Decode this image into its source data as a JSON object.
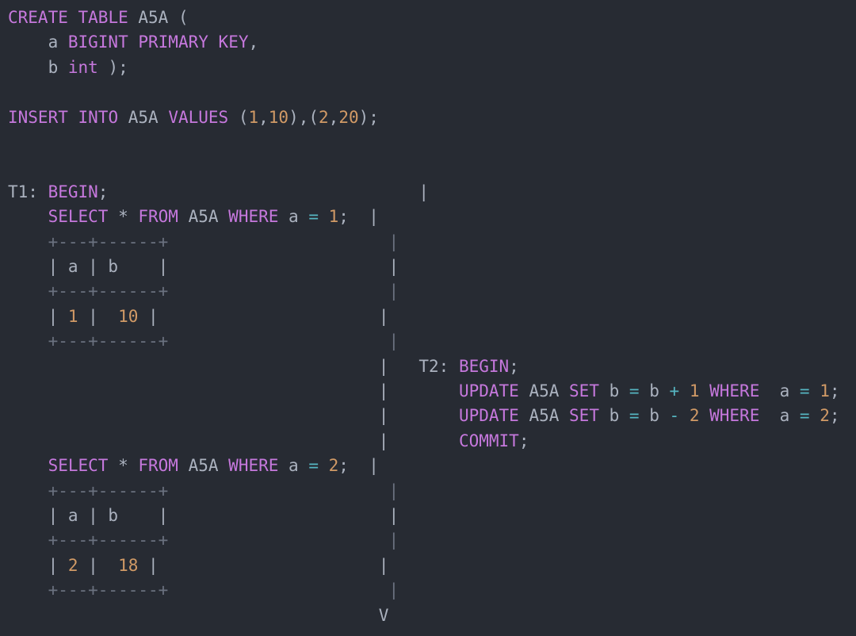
{
  "editor": {
    "colors": {
      "background": "#272b33",
      "keyword": "#c678dd",
      "number": "#d19a66",
      "operator": "#56b6c2",
      "text": "#abb2bf"
    },
    "lines": [
      [
        {
          "t": "CREATE",
          "c": "k"
        },
        {
          "t": " ",
          "c": "p"
        },
        {
          "t": "TABLE",
          "c": "k"
        },
        {
          "t": " A5A (",
          "c": "p"
        }
      ],
      [
        {
          "t": "    a ",
          "c": "p"
        },
        {
          "t": "BIGINT",
          "c": "k"
        },
        {
          "t": " ",
          "c": "p"
        },
        {
          "t": "PRIMARY",
          "c": "k"
        },
        {
          "t": " ",
          "c": "p"
        },
        {
          "t": "KEY",
          "c": "k"
        },
        {
          "t": ",",
          "c": "p"
        }
      ],
      [
        {
          "t": "    b ",
          "c": "p"
        },
        {
          "t": "int",
          "c": "k"
        },
        {
          "t": " );",
          "c": "p"
        }
      ],
      [],
      [
        {
          "t": "INSERT",
          "c": "k"
        },
        {
          "t": " ",
          "c": "p"
        },
        {
          "t": "INTO",
          "c": "k"
        },
        {
          "t": " A5A ",
          "c": "p"
        },
        {
          "t": "VALUES",
          "c": "k"
        },
        {
          "t": " (",
          "c": "p"
        },
        {
          "t": "1",
          "c": "n"
        },
        {
          "t": ",",
          "c": "p"
        },
        {
          "t": "10",
          "c": "n"
        },
        {
          "t": "),(",
          "c": "p"
        },
        {
          "t": "2",
          "c": "n"
        },
        {
          "t": ",",
          "c": "p"
        },
        {
          "t": "20",
          "c": "n"
        },
        {
          "t": ");",
          "c": "p"
        }
      ],
      [],
      [],
      [
        {
          "t": "T1: ",
          "c": "p"
        },
        {
          "t": "BEGIN",
          "c": "k"
        },
        {
          "t": ";",
          "c": "p"
        },
        {
          "t": "                               |",
          "c": "p"
        }
      ],
      [
        {
          "t": "    ",
          "c": "p"
        },
        {
          "t": "SELECT",
          "c": "k"
        },
        {
          "t": " * ",
          "c": "p"
        },
        {
          "t": "FROM",
          "c": "k"
        },
        {
          "t": " A5A ",
          "c": "p"
        },
        {
          "t": "WHERE",
          "c": "k"
        },
        {
          "t": " a ",
          "c": "p"
        },
        {
          "t": "=",
          "c": "o"
        },
        {
          "t": " ",
          "c": "p"
        },
        {
          "t": "1",
          "c": "n"
        },
        {
          "t": ";  |",
          "c": "p"
        }
      ],
      [
        {
          "t": "    +---+------+",
          "c": "d"
        },
        {
          "t": "                      |",
          "c": "d"
        }
      ],
      [
        {
          "t": "    | a | b    |",
          "c": "p"
        },
        {
          "t": "                      |",
          "c": "p"
        }
      ],
      [
        {
          "t": "    +---+------+",
          "c": "d"
        },
        {
          "t": "                      |",
          "c": "d"
        }
      ],
      [
        {
          "t": "    | ",
          "c": "p"
        },
        {
          "t": "1",
          "c": "n"
        },
        {
          "t": " |  ",
          "c": "p"
        },
        {
          "t": "10",
          "c": "n"
        },
        {
          "t": " |",
          "c": "p"
        },
        {
          "t": "                      |",
          "c": "p"
        }
      ],
      [
        {
          "t": "    +---+------+",
          "c": "d"
        },
        {
          "t": "                      |",
          "c": "d"
        }
      ],
      [
        {
          "t": "                                     |   T2: ",
          "c": "p"
        },
        {
          "t": "BEGIN",
          "c": "k"
        },
        {
          "t": ";",
          "c": "p"
        }
      ],
      [
        {
          "t": "                                     |       ",
          "c": "p"
        },
        {
          "t": "UPDATE",
          "c": "k"
        },
        {
          "t": " A5A ",
          "c": "p"
        },
        {
          "t": "SET",
          "c": "k"
        },
        {
          "t": " b ",
          "c": "p"
        },
        {
          "t": "=",
          "c": "o"
        },
        {
          "t": " b ",
          "c": "p"
        },
        {
          "t": "+",
          "c": "o"
        },
        {
          "t": " ",
          "c": "p"
        },
        {
          "t": "1",
          "c": "n"
        },
        {
          "t": " ",
          "c": "p"
        },
        {
          "t": "WHERE",
          "c": "k"
        },
        {
          "t": "  a ",
          "c": "p"
        },
        {
          "t": "=",
          "c": "o"
        },
        {
          "t": " ",
          "c": "p"
        },
        {
          "t": "1",
          "c": "n"
        },
        {
          "t": ";",
          "c": "p"
        }
      ],
      [
        {
          "t": "                                     |       ",
          "c": "p"
        },
        {
          "t": "UPDATE",
          "c": "k"
        },
        {
          "t": " A5A ",
          "c": "p"
        },
        {
          "t": "SET",
          "c": "k"
        },
        {
          "t": " b ",
          "c": "p"
        },
        {
          "t": "=",
          "c": "o"
        },
        {
          "t": " b ",
          "c": "p"
        },
        {
          "t": "-",
          "c": "o"
        },
        {
          "t": " ",
          "c": "p"
        },
        {
          "t": "2",
          "c": "n"
        },
        {
          "t": " ",
          "c": "p"
        },
        {
          "t": "WHERE",
          "c": "k"
        },
        {
          "t": "  a ",
          "c": "p"
        },
        {
          "t": "=",
          "c": "o"
        },
        {
          "t": " ",
          "c": "p"
        },
        {
          "t": "2",
          "c": "n"
        },
        {
          "t": ";",
          "c": "p"
        }
      ],
      [
        {
          "t": "                                     |       ",
          "c": "p"
        },
        {
          "t": "COMMIT",
          "c": "k"
        },
        {
          "t": ";",
          "c": "p"
        }
      ],
      [
        {
          "t": "    ",
          "c": "p"
        },
        {
          "t": "SELECT",
          "c": "k"
        },
        {
          "t": " * ",
          "c": "p"
        },
        {
          "t": "FROM",
          "c": "k"
        },
        {
          "t": " A5A ",
          "c": "p"
        },
        {
          "t": "WHERE",
          "c": "k"
        },
        {
          "t": " a ",
          "c": "p"
        },
        {
          "t": "=",
          "c": "o"
        },
        {
          "t": " ",
          "c": "p"
        },
        {
          "t": "2",
          "c": "n"
        },
        {
          "t": ";  |",
          "c": "p"
        }
      ],
      [
        {
          "t": "    +---+------+",
          "c": "d"
        },
        {
          "t": "                      |",
          "c": "d"
        }
      ],
      [
        {
          "t": "    | a | b    |",
          "c": "p"
        },
        {
          "t": "                      |",
          "c": "p"
        }
      ],
      [
        {
          "t": "    +---+------+",
          "c": "d"
        },
        {
          "t": "                      |",
          "c": "d"
        }
      ],
      [
        {
          "t": "    | ",
          "c": "p"
        },
        {
          "t": "2",
          "c": "n"
        },
        {
          "t": " |  ",
          "c": "p"
        },
        {
          "t": "18",
          "c": "n"
        },
        {
          "t": " |",
          "c": "p"
        },
        {
          "t": "                      |",
          "c": "p"
        }
      ],
      [
        {
          "t": "    +---+------+",
          "c": "d"
        },
        {
          "t": "                      |",
          "c": "d"
        }
      ],
      [
        {
          "t": "                                     V",
          "c": "p"
        }
      ]
    ]
  }
}
